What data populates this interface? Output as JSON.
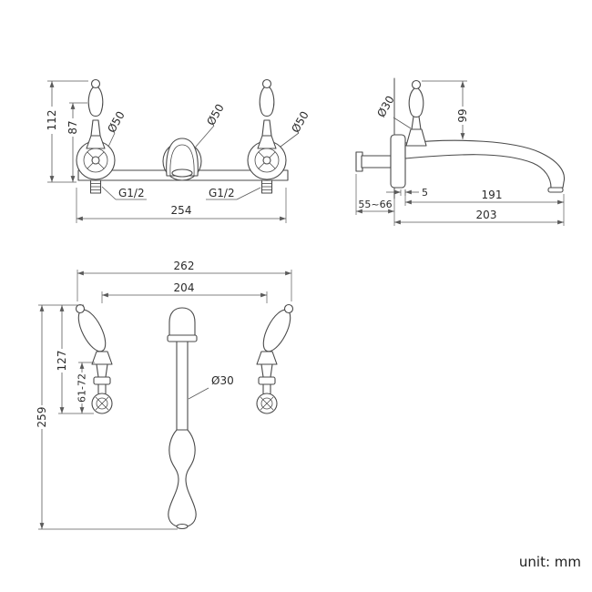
{
  "meta": {
    "unit_label": "unit: mm",
    "colors": {
      "object_line": "#4a4a4a",
      "dimension_line": "#5a5a5a",
      "text": "#2b2b2b",
      "background": "#ffffff"
    }
  },
  "front_view": {
    "dims": {
      "total_height": "112",
      "handle_height": "87",
      "dia_left": "Ø50",
      "dia_center": "Ø50",
      "dia_right": "Ø50",
      "thread_left": "G1/2",
      "thread_right": "G1/2",
      "overall_width": "254"
    }
  },
  "side_view": {
    "dims": {
      "handle_dia": "Ø30",
      "handle_height": "99",
      "flange_depth": "5",
      "wall_depth_range": "55~66",
      "spout_reach": "191",
      "overall_reach": "203"
    }
  },
  "bottom_view": {
    "dims": {
      "overall_width": "262",
      "center_distance": "204",
      "upper_height": "127",
      "adjust_range": "61-72",
      "overall_height": "259",
      "spout_dia": "Ø30"
    }
  }
}
